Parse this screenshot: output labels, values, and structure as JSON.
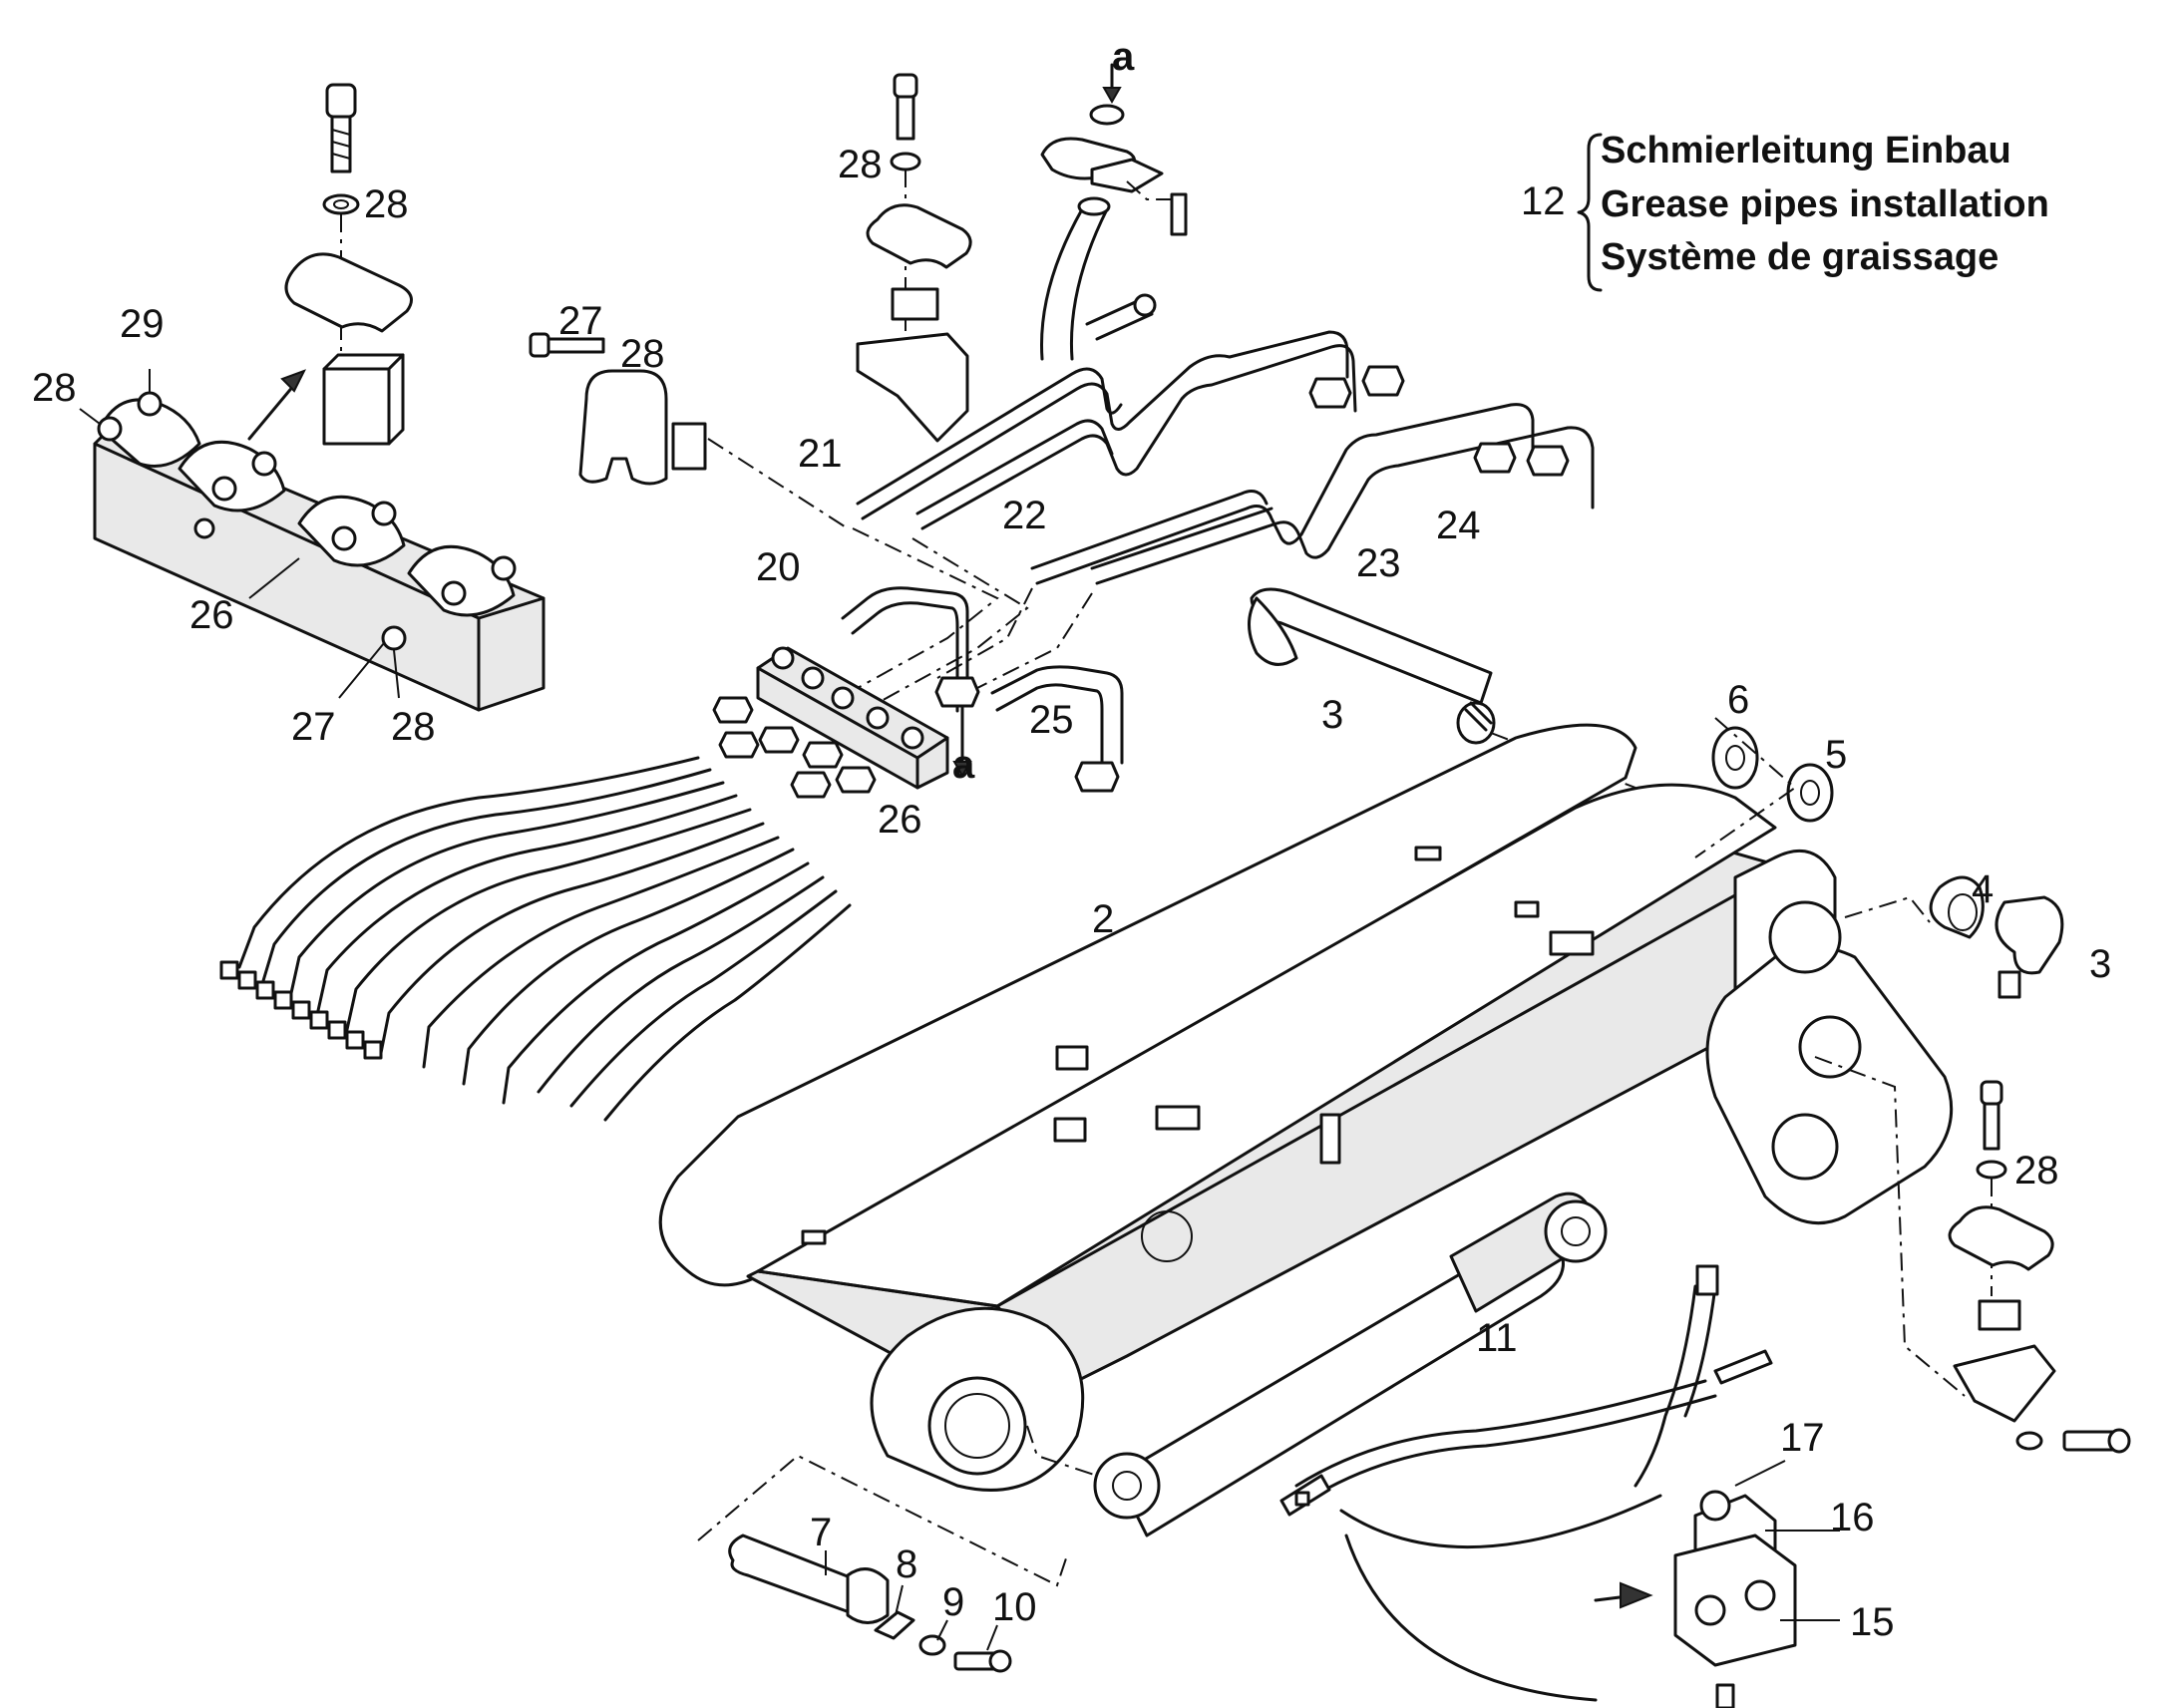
{
  "legend": {
    "number": "12",
    "lines": [
      "Schmierleitung Einbau",
      "Grease pipes installation",
      "Système de graissage"
    ]
  },
  "callouts": {
    "c2": "2",
    "c3a": "3",
    "c3b": "3",
    "c4": "4",
    "c5": "5",
    "c6": "6",
    "c7": "7",
    "c8": "8",
    "c9": "9",
    "c10": "10",
    "c11": "11",
    "c15": "15",
    "c16": "16",
    "c17": "17",
    "c20": "20",
    "c21": "21",
    "c22": "22",
    "c23": "23",
    "c24": "24",
    "c25": "25",
    "c26a": "26",
    "c26b": "26",
    "c27a": "27",
    "c27b": "27",
    "c28a": "28",
    "c28b": "28",
    "c28c": "28",
    "c28d": "28",
    "c28e": "28",
    "c28f": "28",
    "c29": "29",
    "ref_a_top": "a",
    "ref_a_mid": "a"
  }
}
